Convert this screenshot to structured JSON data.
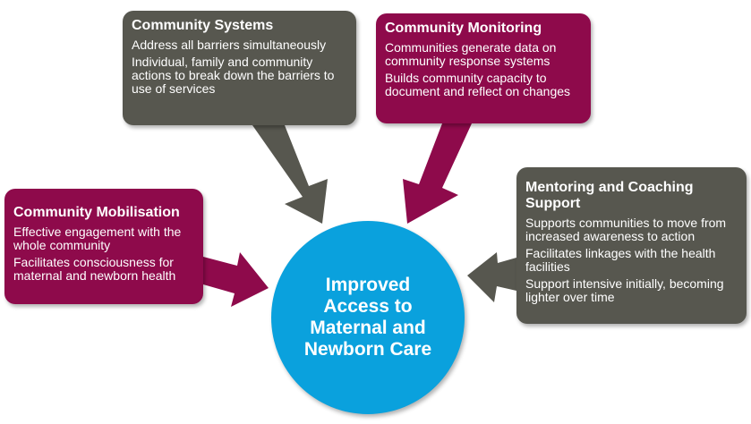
{
  "center": {
    "label": "Improved Access to Maternal and Newborn Care"
  },
  "boxes": {
    "systems": {
      "title": "Community Systems",
      "points": [
        "Address all barriers simultaneously",
        "Individual, family and community actions to break down the barriers to use of services"
      ]
    },
    "monitoring": {
      "title": "Community Monitoring",
      "points": [
        "Communities generate data on community response systems",
        "Builds community capacity to document and reflect on changes"
      ]
    },
    "mobilisation": {
      "title": "Community Mobilisation",
      "points": [
        "Effective engagement with the whole community",
        "Facilitates consciousness for maternal and newborn health"
      ]
    },
    "mentoring": {
      "title": "Mentoring and Coaching Support",
      "points": [
        "Supports communities to move from increased awareness to action",
        "Facilitates linkages with the health facilities",
        "Support intensive initially, becoming lighter over time"
      ]
    }
  },
  "colors": {
    "maroon": "#8e0a4b",
    "gray": "#57574f",
    "blue": "#0aa1dd"
  }
}
